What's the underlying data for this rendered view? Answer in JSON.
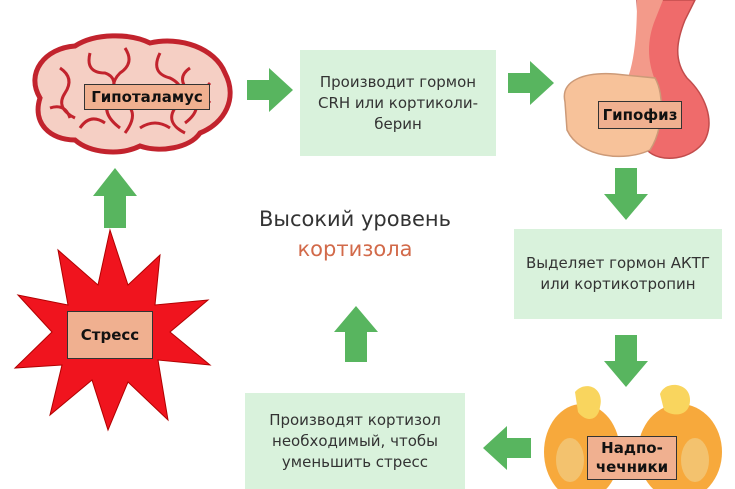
{
  "nodes": {
    "hypothalamus": "Гипоталамус",
    "pituitary": "Гипофиз",
    "adrenals": "Надпо-\nчечники",
    "stress": "Стресс"
  },
  "steps": {
    "crh": "Производит гормон\nCRH или кортиколи-\nберин",
    "actg": "Выделяет гормон АКТГ\nили кортикотропин",
    "cortisol": "Производят кортизол\nнеобходимый, чтобы\nуменьшить стресс"
  },
  "center": {
    "line1": "Высокий уровень",
    "line2": "кортизола"
  },
  "colors": {
    "arrow": "#58b55f",
    "box": "#d9f2dc",
    "accent_text": "#d26a4a",
    "stress_star": "#f0141e"
  }
}
